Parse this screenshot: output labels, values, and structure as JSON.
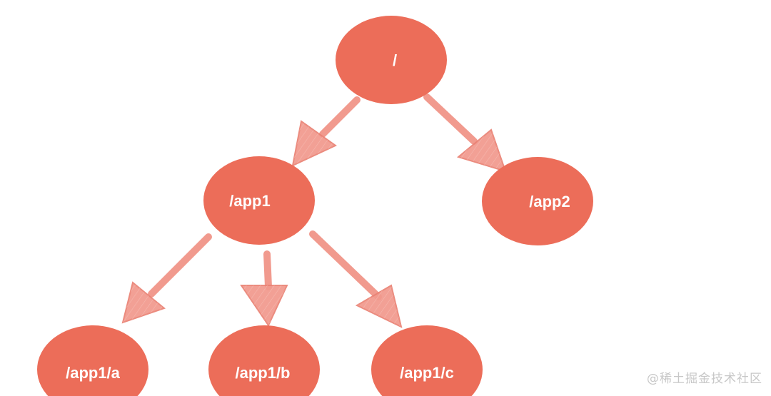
{
  "colors": {
    "node_fill": "#ec6d59",
    "node_text": "#ffffff",
    "arrow": "#ef8f82",
    "watermark": "#c7c7c7"
  },
  "nodes": {
    "root": {
      "label": "/"
    },
    "app1": {
      "label": "/app1"
    },
    "app2": {
      "label": "/app2"
    },
    "app1a": {
      "label": "/app1/a"
    },
    "app1b": {
      "label": "/app1/b"
    },
    "app1c": {
      "label": "/app1/c"
    }
  },
  "edges": [
    {
      "from": "root",
      "to": "app1"
    },
    {
      "from": "root",
      "to": "app2"
    },
    {
      "from": "app1",
      "to": "app1a"
    },
    {
      "from": "app1",
      "to": "app1b"
    },
    {
      "from": "app1",
      "to": "app1c"
    }
  ],
  "watermark": "@稀土掘金技术社区"
}
